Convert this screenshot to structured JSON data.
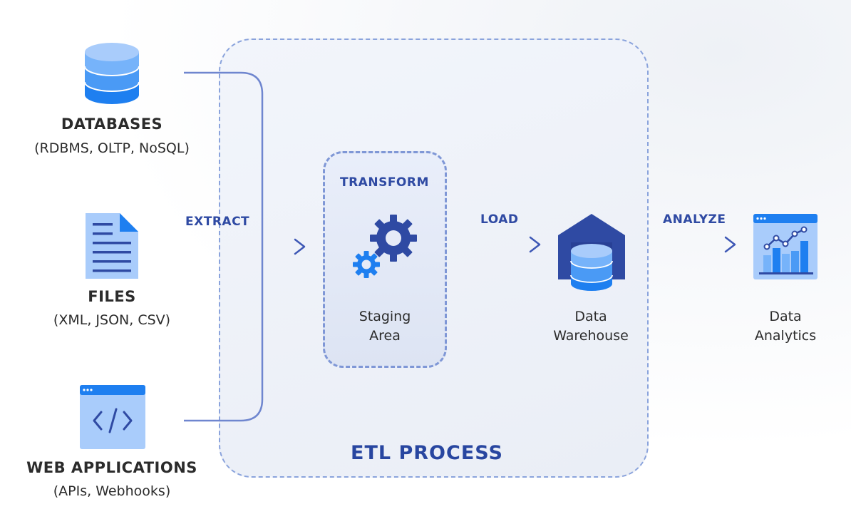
{
  "sources": [
    {
      "name": "databases",
      "title": "DATABASES",
      "subtitle": "(RDBMS, OLTP, NoSQL)",
      "icon": "database-icon"
    },
    {
      "name": "files",
      "title": "FILES",
      "subtitle": "(XML, JSON, CSV)",
      "icon": "document-icon"
    },
    {
      "name": "web-applications",
      "title": "WEB APPLICATIONS",
      "subtitle": "(APIs, Webhooks)",
      "icon": "code-window-icon"
    }
  ],
  "steps": {
    "extract": "EXTRACT",
    "transform": "TRANSFORM",
    "load": "LOAD",
    "analyze": "ANALYZE"
  },
  "nodes": {
    "staging": {
      "line1": "Staging",
      "line2": "Area",
      "icon": "gears-icon"
    },
    "warehouse": {
      "line1": "Data",
      "line2": "Warehouse",
      "icon": "warehouse-icon"
    },
    "analytics": {
      "line1": "Data",
      "line2": "Analytics",
      "icon": "analytics-dashboard-icon"
    }
  },
  "etl_title": "ETL PROCESS",
  "colors": {
    "primary": "#2f4aa3",
    "accent": "#1e7ff0",
    "light_blue": "#a9ccfb",
    "connector": "#6f86cf"
  }
}
